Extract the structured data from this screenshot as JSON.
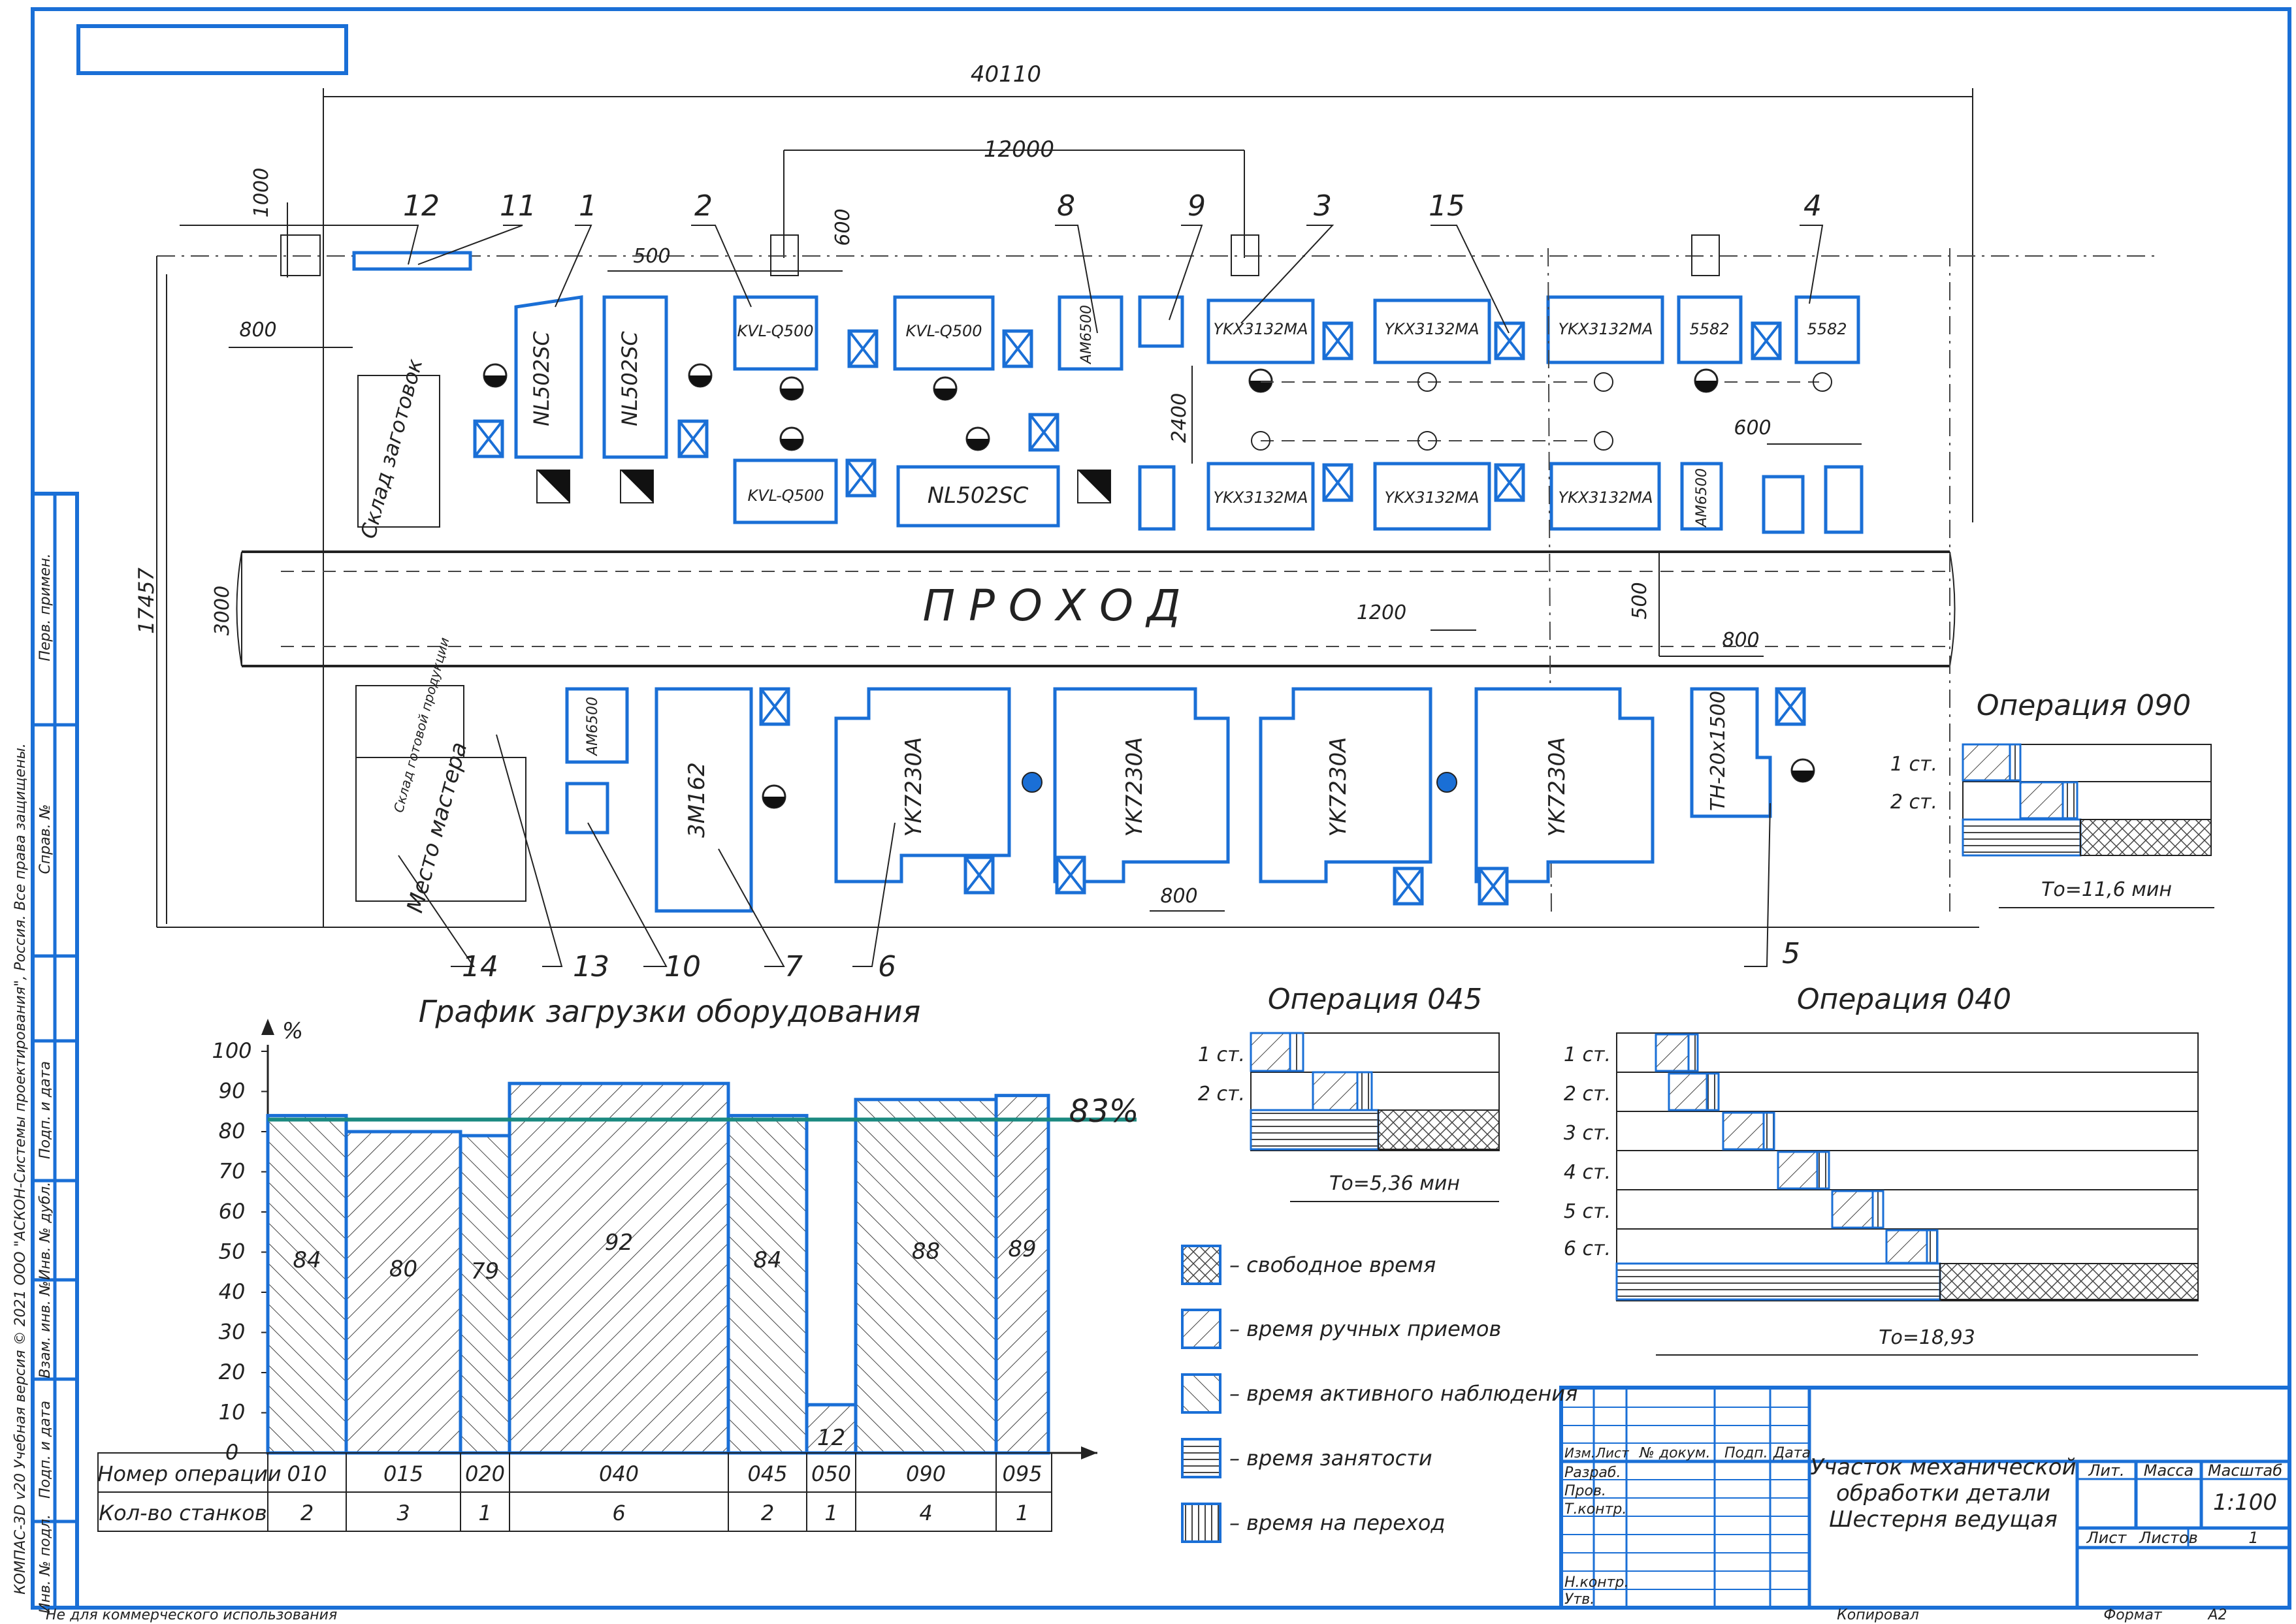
{
  "dimensions": {
    "total_length": "40110",
    "span_12000": "12000",
    "d_1000": "1000",
    "d_800_left": "800",
    "d_500_top": "500",
    "d_600_top": "600",
    "d_2400": "2400",
    "d_600_right": "600",
    "d_17457": "17457",
    "d_3000": "3000",
    "d_1200": "1200",
    "d_500_mid": "500",
    "d_800_mid": "800",
    "d_800_bottom": "800"
  },
  "aisle_label": "П Р О Х О Д",
  "callouts": [
    "12",
    "11",
    "1",
    "2",
    "8",
    "9",
    "3",
    "15",
    "4",
    "5",
    "6",
    "7",
    "10",
    "13",
    "14"
  ],
  "machines": {
    "nl502sc": "NL502SC",
    "kvl": "KVL-Q500",
    "am6500": "AM6500",
    "ykx": "YKX3132MA",
    "m5582": "5582",
    "yk7230a": "YK7230A",
    "m3m162": "3М162",
    "th": "TH-20x1500"
  },
  "rooms": {
    "sklad_zagotovok": "Склад заготовок",
    "sklad_produkcii": "Склад готовой продукции",
    "mesto_mastera": "Место мастера"
  },
  "load_chart_title": "График загрузки оборудования",
  "chart_data": {
    "type": "bar",
    "title": "График загрузки оборудования",
    "ylabel": "%",
    "ylim": [
      0,
      100
    ],
    "yticks": [
      "0",
      "10",
      "20",
      "30",
      "40",
      "50",
      "60",
      "70",
      "80",
      "90",
      "100"
    ],
    "categories": [
      "010",
      "015",
      "020",
      "040",
      "045",
      "050",
      "090",
      "095"
    ],
    "machine_counts": [
      "2",
      "3",
      "1",
      "6",
      "2",
      "1",
      "4",
      "1"
    ],
    "values": [
      84,
      80,
      79,
      92,
      84,
      12,
      88,
      89
    ],
    "value_labels": [
      "84",
      "80",
      "79",
      "92",
      "84",
      "12",
      "88",
      "89"
    ],
    "average_line": 83,
    "average_label": "83%",
    "row_labels": [
      "Номер операции",
      "Кол-во станков"
    ]
  },
  "operations": {
    "op090": {
      "title": "Операция 090",
      "rows": [
        "1 ст.",
        "2 ст."
      ],
      "total": "То=11,6 мин"
    },
    "op045": {
      "title": "Операция 045",
      "rows": [
        "1 ст.",
        "2 ст."
      ],
      "total": "То=5,36 мин"
    },
    "op040": {
      "title": "Операция 040",
      "rows": [
        "1 ст.",
        "2 ст.",
        "3 ст.",
        "4 ст.",
        "5 ст.",
        "6 ст."
      ],
      "total": "То=18,93"
    }
  },
  "legend": [
    "– свободное время",
    "– время ручных приемов",
    "– время активного наблюдения",
    "– время занятости",
    "– время на переход"
  ],
  "title_block": {
    "title_line1": "Участок механической",
    "title_line2": "обработки детали",
    "title_line3": "Шестерня ведущая",
    "col_izm": "Изм.",
    "col_list": "Лист",
    "col_doc": "№ докум.",
    "col_podp": "Подп.",
    "col_data": "Дата",
    "razrab": "Разраб.",
    "prov": "Пров.",
    "tkontr": "Т.контр.",
    "nkontr": "Н.контр.",
    "utv": "Утв.",
    "lit": "Лит.",
    "massa": "Масса",
    "masshtab": "Масштаб",
    "scale": "1:100",
    "list": "Лист",
    "listov": "Листов",
    "listov_val": "1",
    "kopiroval": "Копировал",
    "format": "Формат",
    "format_val": "A2"
  },
  "side_stamp": {
    "perv_primen": "Перв. примен.",
    "sprav": "Справ. №",
    "podp_data_1": "Подп. и дата",
    "inv_dubl": "Инв. № дубл.",
    "vzam_inv": "Взам. инв. №",
    "podp_data_2": "Подп. и дата",
    "inv_podl": "Инв. № подл."
  },
  "software_note": "КОМПАС-3D v20 Учебная версия © 2021 ООО \"АСКОН-Системы проектирования\", Россия. Все права защищены.",
  "noncommercial": "Не для коммерческого использования"
}
